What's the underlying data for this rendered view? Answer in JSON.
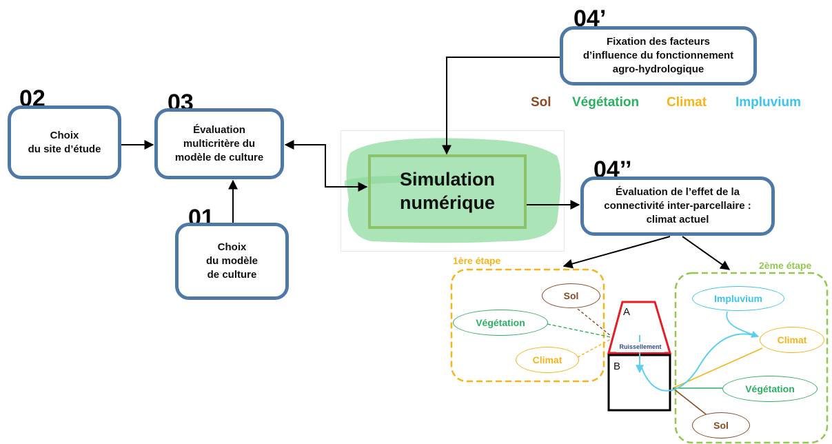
{
  "step_numbers": {
    "n02": "02",
    "n03": "03",
    "n01": "01",
    "n04p": "04’",
    "n04pp": "04’’"
  },
  "boxes": {
    "site": "Choix\ndu site d’étude",
    "evaluation": "Évaluation\nmulticritère du\nmodèle de culture",
    "modele": "Choix\ndu modèle\nde culture",
    "fixation": "Fixation des facteurs\nd’influence du fonctionnement\nagro-hydrologique",
    "connectivite": "Évaluation de l’effet de la\nconnectivité inter-parcellaire :\nclimat actuel"
  },
  "simulation": "Simulation\nnumérique",
  "legend": [
    {
      "label": "Sol",
      "color": "#8b4a23"
    },
    {
      "label": "Végétation",
      "color": "#2bb060"
    },
    {
      "label": "Climat",
      "color": "#f4b41a"
    },
    {
      "label": "Impluvium",
      "color": "#3cc4ea"
    }
  ],
  "etape1": {
    "title": "1ère étape",
    "color": "#f4b41a",
    "sol": "Sol",
    "vegetation": "Végétation",
    "climat": "Climat"
  },
  "etape2": {
    "title": "2ème étape",
    "color": "#92c84e",
    "impluvium": "Impluvium",
    "climat": "Climat",
    "vegetation": "Végétation",
    "sol": "Sol"
  },
  "parcel": {
    "a": "A",
    "b": "B",
    "ruissellement": "Ruissellement"
  }
}
